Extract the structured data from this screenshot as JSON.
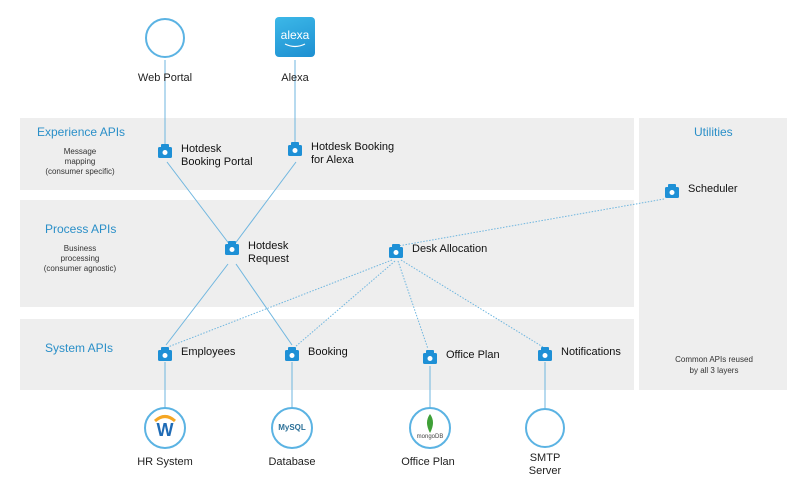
{
  "layers": {
    "experience": {
      "title": "Experience APIs",
      "desc": "Message\nmapping\n(consumer specific)"
    },
    "process": {
      "title": "Process APIs",
      "desc": "Business\nprocessing\n(consumer agnostic)"
    },
    "system": {
      "title": "System APIs"
    }
  },
  "utilities": {
    "title": "Utilities",
    "note": "Common APIs reused\nby all 3 layers"
  },
  "consumers": [
    {
      "label": "Web Portal",
      "icon": "globe-circle-icon"
    },
    {
      "label": "Alexa",
      "icon": "alexa-logo-icon",
      "logo_text": "alexa"
    }
  ],
  "apis": {
    "hotdesk_booking_portal": "Hotdesk\nBooking Portal",
    "hotdesk_booking_alexa": "Hotdesk Booking\nfor Alexa",
    "scheduler": "Scheduler",
    "hotdesk_request": "Hotdesk\nRequest",
    "desk_allocation": "Desk Allocation",
    "employees": "Employees",
    "booking": "Booking",
    "office_plan": "Office Plan",
    "notifications": "Notifications"
  },
  "backends": [
    {
      "label": "HR System",
      "icon": "workday-logo-icon",
      "logo_text": "W"
    },
    {
      "label": "Database",
      "icon": "mysql-logo-icon",
      "logo_text": "MySQL"
    },
    {
      "label": "Office Plan",
      "icon": "mongodb-logo-icon",
      "logo_text": "mongoDB"
    },
    {
      "label": "SMTP\nServer",
      "icon": "smtp-circle-icon"
    }
  ],
  "colors": {
    "accent": "#2a8fc8",
    "band": "#eeeeee",
    "line": "#6fb6df"
  }
}
